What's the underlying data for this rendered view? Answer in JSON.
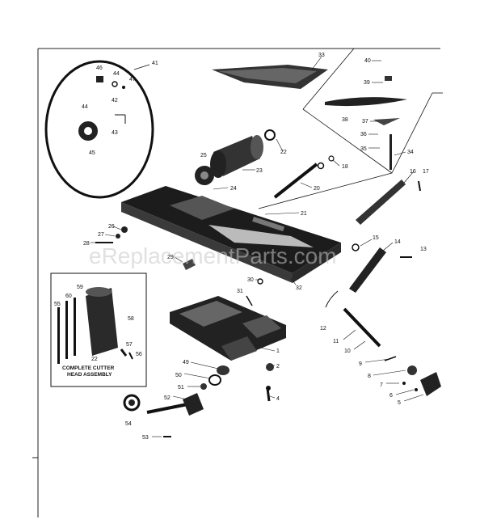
{
  "watermark": "eReplacementParts.com",
  "inset": {
    "caption_line1": "COMPLETE CUTTER",
    "caption_line2": "HEAD ASSEMBLY"
  },
  "callouts": {
    "c41": "41",
    "c46": "46",
    "c44a": "44",
    "c47": "47",
    "c42": "42",
    "c44b": "44",
    "c43": "43",
    "c45": "45",
    "c33": "33",
    "c40": "40",
    "c39": "39",
    "c38": "38",
    "c37": "37",
    "c36": "36",
    "c35": "35",
    "c34a": "34",
    "c22a": "22",
    "c25": "25",
    "c23": "23",
    "c24": "24",
    "c18": "18",
    "c20": "20",
    "c21": "21",
    "c16": "16",
    "c17": "17",
    "c26": "26",
    "c27": "27",
    "c28": "28",
    "c29": "29",
    "c30": "30",
    "c32": "32",
    "c31": "31",
    "c15": "15",
    "c14": "14",
    "c13": "13",
    "c12": "12",
    "c11": "11",
    "c10": "10",
    "c9": "9",
    "c8": "8",
    "c7": "7",
    "c6": "6",
    "c5": "5",
    "c59": "59",
    "c60": "60",
    "c55": "55",
    "c58": "58",
    "c57": "57",
    "c56": "56",
    "c22b": "22",
    "c49": "49",
    "c50": "50",
    "c51": "51",
    "c52": "52",
    "c54": "54",
    "c53": "53",
    "c1": "1",
    "c2": "2",
    "c4": "4"
  }
}
